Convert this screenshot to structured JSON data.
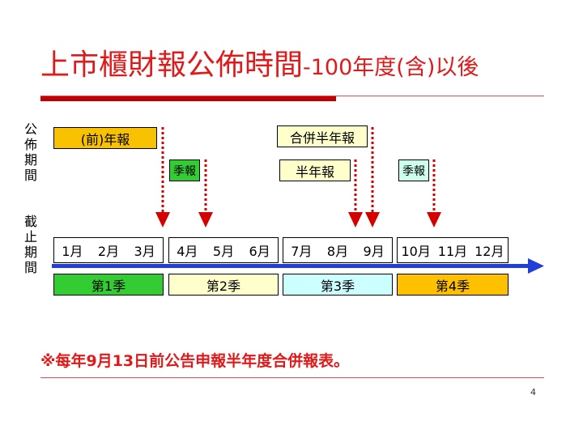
{
  "title": {
    "main": "上市櫃財報公佈時間",
    "sub": "-100年度(含)以後"
  },
  "left_labels": {
    "publish": "公佈期間",
    "deadline": "截止期間"
  },
  "announcements": {
    "annual": "(前)年報",
    "q1": "季報",
    "consolidated_half": "合併半年報",
    "half": "半年報",
    "q3": "季報"
  },
  "months": [
    "1月",
    "2月",
    "3月",
    "4月",
    "5月",
    "6月",
    "7月",
    "8月",
    "9月",
    "10月",
    "11月",
    "12月"
  ],
  "seasons": [
    "第1季",
    "第2季",
    "第3季",
    "第4季"
  ],
  "colors": {
    "title_red": "#e01a1a",
    "annual_fill": "#f9c200",
    "q1_fill": "#33cc33",
    "box_fill": "#ffffcc",
    "q3_fill": "#ccffee",
    "arrow_red": "#d40000",
    "timeline_blue": "#1f3fd6",
    "season1": "#33cc33",
    "season2": "#ffffcc",
    "season3": "#ccffff",
    "season4": "#ffc000"
  },
  "note": "※每年9月13日前公告申報半年度合併報表。",
  "page_number": "4"
}
